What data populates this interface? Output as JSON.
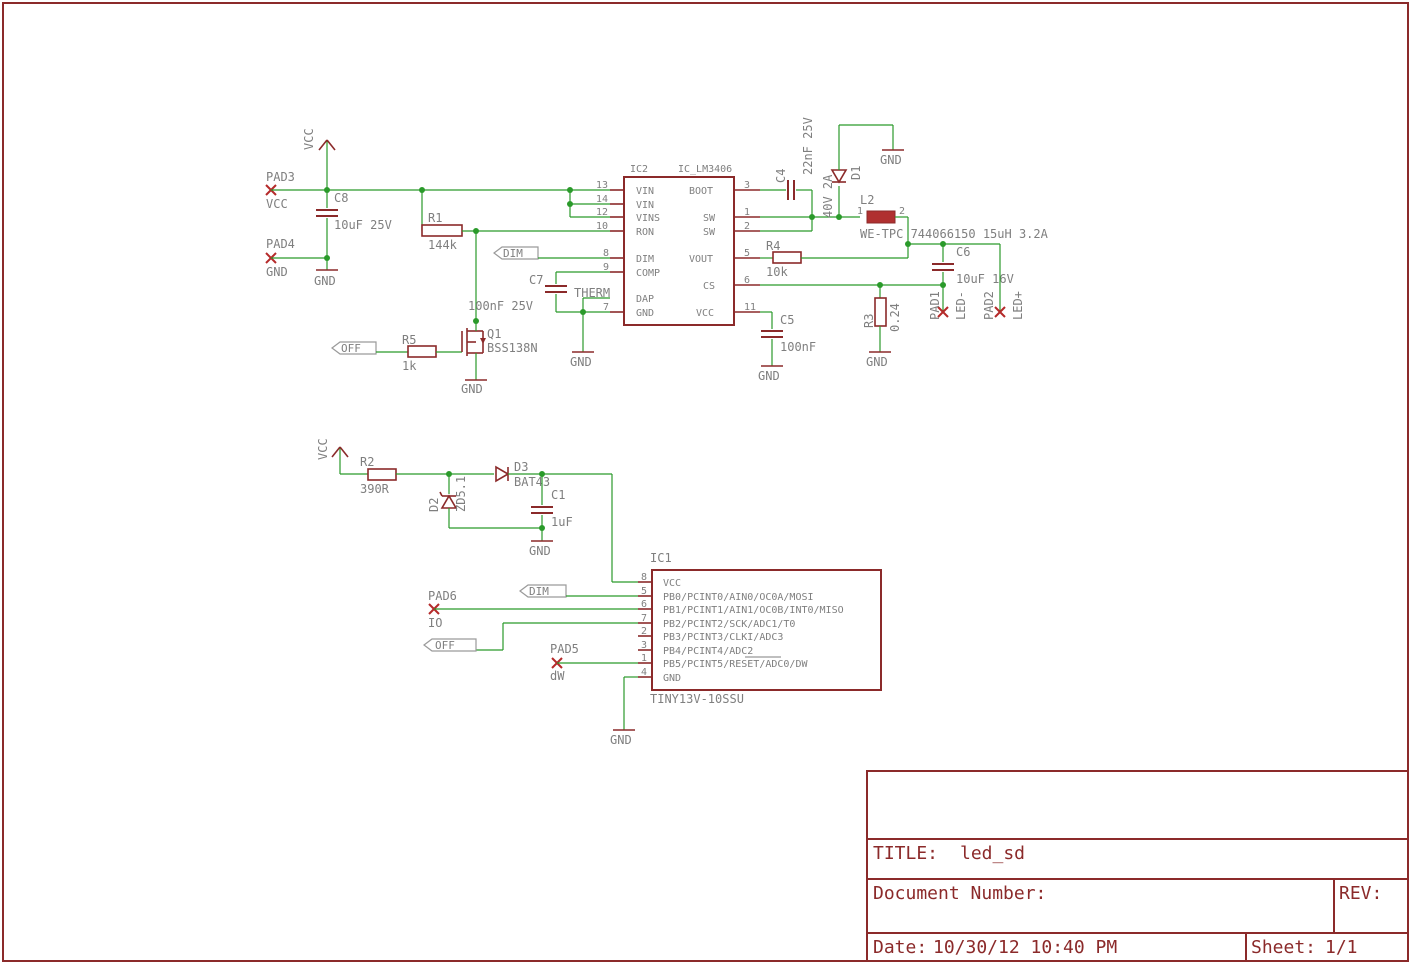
{
  "ic2": {
    "name": "IC2",
    "value": "IC_LM3406",
    "left_pins": [
      {
        "num": "13",
        "name": "VIN"
      },
      {
        "num": "14",
        "name": "VIN"
      },
      {
        "num": "12",
        "name": "VINS"
      },
      {
        "num": "10",
        "name": "RON"
      },
      {
        "num": "8",
        "name": "DIM"
      },
      {
        "num": "9",
        "name": "COMP"
      },
      {
        "num": "",
        "name": "DAP"
      },
      {
        "num": "7",
        "name": "GND"
      }
    ],
    "right_pins": [
      {
        "num": "3",
        "name": "BOOT"
      },
      {
        "num": "1",
        "name": "SW"
      },
      {
        "num": "2",
        "name": "SW"
      },
      {
        "num": "5",
        "name": "VOUT"
      },
      {
        "num": "6",
        "name": "CS"
      },
      {
        "num": "11",
        "name": "VCC"
      }
    ]
  },
  "ic1": {
    "name": "IC1",
    "value": "TINY13V-10SSU",
    "pins": [
      {
        "num": "8",
        "name": "VCC"
      },
      {
        "num": "5",
        "name": "PB0/PCINT0/AIN0/OC0A/MOSI"
      },
      {
        "num": "6",
        "name": "PB1/PCINT1/AIN1/OC0B/INT0/MISO"
      },
      {
        "num": "7",
        "name": "PB2/PCINT2/SCK/ADC1/T0"
      },
      {
        "num": "2",
        "name": "PB3/PCINT3/CLKI/ADC3"
      },
      {
        "num": "3",
        "name": "PB4/PCINT4/ADC2"
      },
      {
        "num": "1",
        "name": "PB5/PCINT5/RESET/ADC0/DW"
      },
      {
        "num": "4",
        "name": "GND"
      }
    ]
  },
  "parts": {
    "c8": {
      "name": "C8",
      "value": "10uF 25V"
    },
    "r1": {
      "name": "R1",
      "value": "144k"
    },
    "c7": {
      "name": "C7",
      "value": "100nF 25V"
    },
    "therm": "THERM",
    "r5": {
      "name": "R5",
      "value": "1k"
    },
    "q1": {
      "name": "Q1",
      "value": "BSS138N"
    },
    "c4": {
      "name": "C4",
      "value": "22nF 25V"
    },
    "d1": {
      "name": "D1",
      "value": "40V 2A"
    },
    "l2": {
      "name": "L2",
      "value": "WE-TPC 744066150 15uH 3.2A",
      "pin1": "1",
      "pin2": "2"
    },
    "r4": {
      "name": "R4",
      "value": "10k"
    },
    "c6": {
      "name": "C6",
      "value": "10uF 16V"
    },
    "r3": {
      "name": "R3",
      "value": "0.24"
    },
    "c5": {
      "name": "C5",
      "value": "100nF"
    },
    "r2": {
      "name": "R2",
      "value": "390R"
    },
    "d2": {
      "name": "D2",
      "value": "ZD5.1"
    },
    "d3": {
      "name": "D3",
      "value": "BAT43"
    },
    "c1": {
      "name": "C1",
      "value": "1uF"
    }
  },
  "pads": {
    "pad3": {
      "name": "PAD3",
      "net": "VCC"
    },
    "pad4": {
      "name": "PAD4",
      "net": "GND"
    },
    "pad1": {
      "name": "PAD1",
      "net": "LED-"
    },
    "pad2": {
      "name": "PAD2",
      "net": "LED+"
    },
    "pad6": {
      "name": "PAD6",
      "net": "IO"
    },
    "pad5": {
      "name": "PAD5",
      "net": "dW"
    }
  },
  "nets": {
    "vcc": "VCC",
    "gnd": "GND",
    "dim": "DIM",
    "off": "OFF"
  },
  "title_block": {
    "title_label": "TITLE:",
    "title_value": "led_sd",
    "doc_label": "Document Number:",
    "rev_label": "REV:",
    "date_label": "Date:",
    "date_value": "10/30/12 10:40 PM",
    "sheet_label": "Sheet:",
    "sheet_value": "1/1"
  },
  "colors": {
    "symbol": "#8b2a2a",
    "wire": "#2a9a2a",
    "text": "#7f7f7f",
    "pad_mark": "#b52a2a"
  }
}
